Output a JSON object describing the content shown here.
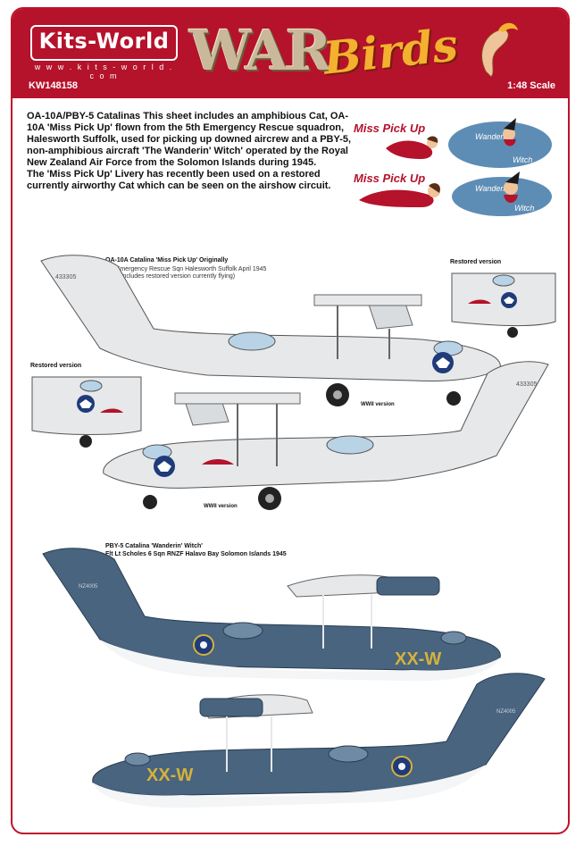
{
  "header": {
    "brand": "Kits-World",
    "url": "w w w . k i t s - w o r l d . c o m",
    "code": "KW148158",
    "title_war": "WAR",
    "title_birds": "Birds",
    "scale": "1:48 Scale"
  },
  "intro": {
    "para1": "OA-10A/PBY-5 Catalinas This sheet includes an amphibious Cat, OA-10A 'Miss Pick Up' flown from the 5th Emergency Rescue squadron, Halesworth Suffolk, used for picking up downed aircrew and a PBY-5, non-amphibious aircraft 'The Wanderin' Witch' operated by the Royal New Zealand Air Force from the Solomon Islands during 1945.",
    "para2": "The 'Miss Pick Up' Livery has recently been used on a restored currently airworthy Cat which can be seen on the airshow circuit."
  },
  "nose_art": {
    "miss_pick_up": "Miss Pick Up",
    "wanderin_witch_top": "Wanderin'",
    "wanderin_witch_bottom": "Witch"
  },
  "profile_a": {
    "title": "OA-10A Catalina 'Miss Pick Up' Originally",
    "line1": "5th Emergency Rescue Sqn Halesworth Suffolk April 1945",
    "line2": "(Also includes restored version currently flying)",
    "serial": "433305",
    "ww2_label_1": "WWII version",
    "ww2_label_2": "WWII version",
    "restored_label_1": "Restored version",
    "restored_label_2": "Restored version"
  },
  "profile_b": {
    "title": "PBY-5 Catalina 'Wanderin' Witch'",
    "line1": "Flt Lt Scholes 6 Sqn RNZF Halavo Bay Solomon Islands 1945",
    "code": "XX-W",
    "serial": "NZ4005"
  },
  "colors": {
    "brand_red": "#b5122b",
    "gull_grey": "#e6e8ea",
    "navy_blue": "#48647f",
    "insignia_blue": "#1f3b7a",
    "code_yellow": "#d6b23a"
  }
}
